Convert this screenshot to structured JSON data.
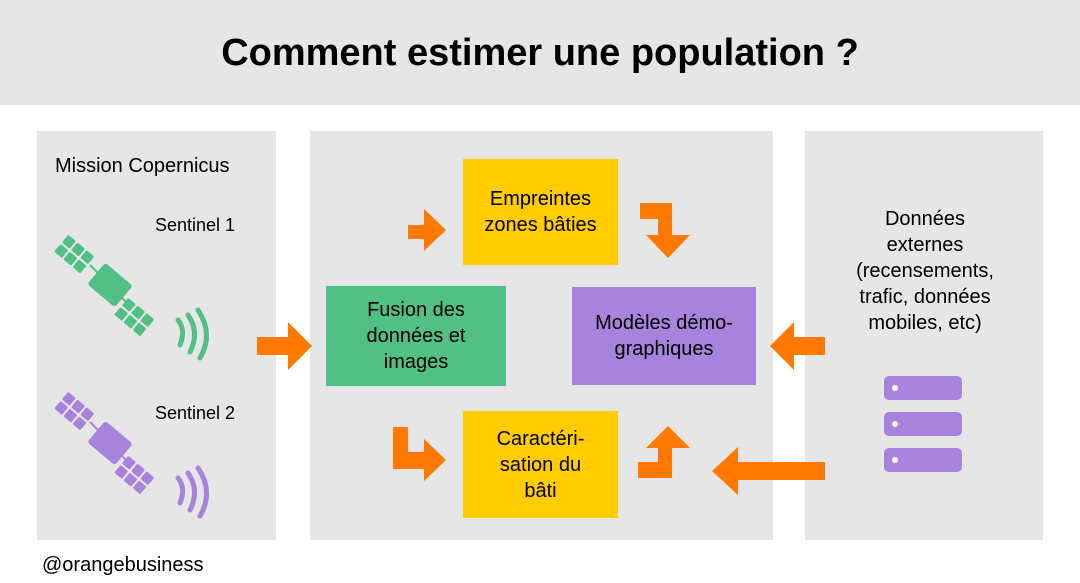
{
  "title": "Comment estimer une population ?",
  "left_panel": {
    "heading": "Mission Copernicus",
    "satellite_1": "Sentinel 1",
    "satellite_2": "Sentinel 2"
  },
  "boxes": {
    "fusion": "Fusion des\ndonnées et\nimages",
    "empreintes": "Empreintes\nzones bâties",
    "caracterisation": "Caractéri-\nsation du\nbâti",
    "modeles": "Modèles démo-\ngraphiques"
  },
  "right_panel": {
    "text": "Données\nexternes\n(recensements,\ntrafic, données\nmobiles, etc)"
  },
  "footer": "@orangebusiness",
  "colors": {
    "panel": "#e6e6e6",
    "green": "#52c085",
    "yellow": "#ffcc00",
    "purple": "#a883dc",
    "orange": "#ff7900",
    "sat_green": "#52c085",
    "sat_purple": "#a883dc"
  },
  "icons": [
    "satellite-icon",
    "signal-icon",
    "server-icon",
    "arrow-icon"
  ]
}
